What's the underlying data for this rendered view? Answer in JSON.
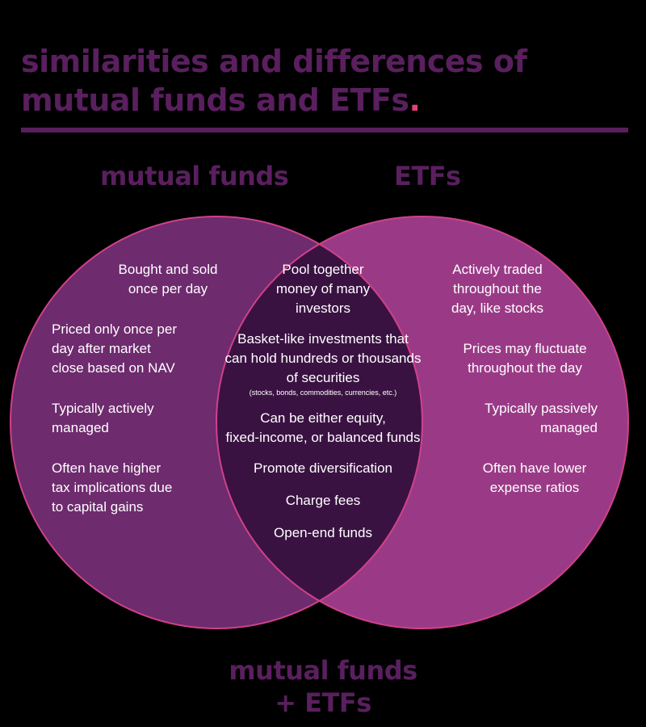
{
  "title": {
    "line1": "similarities and differences of",
    "line2": "mutual funds and ETFs",
    "dot": "."
  },
  "colors": {
    "background": "#000000",
    "heading": "#5a1f5e",
    "accent_dot": "#e2407a",
    "mutual_funds_circle": "#6e2b6e",
    "etfs_circle": "#9a3a86",
    "overlap": "#3a1242",
    "circle_stroke": "#d0418a",
    "text": "#ffffff"
  },
  "sets": {
    "mutual_funds": {
      "label": "mutual funds",
      "items": [
        [
          "Bought and sold",
          "once per day"
        ],
        [
          "Priced only once per",
          "day after market",
          "close based on NAV"
        ],
        [
          "Typically actively",
          "managed"
        ],
        [
          "Often have higher",
          "tax implications due",
          "to capital gains"
        ]
      ]
    },
    "etfs": {
      "label": "ETFs",
      "items": [
        [
          "Actively traded",
          "throughout the",
          "day, like stocks"
        ],
        [
          "Prices may fluctuate",
          "throughout the day"
        ],
        [
          "Typically passively",
          "managed"
        ],
        [
          "Often have lower",
          "expense ratios"
        ]
      ]
    },
    "both": {
      "label_line1": "mutual funds",
      "label_line2": "+ ETFs",
      "items": [
        [
          "Pool together",
          "money of many",
          "investors"
        ],
        [
          "Basket-like investments that",
          "can hold hundreds or thousands",
          "of securities"
        ],
        [
          "Can be either equity,",
          "fixed-income, or balanced funds"
        ],
        [
          "Promote diversification"
        ],
        [
          "Charge fees"
        ],
        [
          "Open-end funds"
        ]
      ],
      "note": "(stocks, bonds, commodities, currencies, etc.)"
    }
  }
}
